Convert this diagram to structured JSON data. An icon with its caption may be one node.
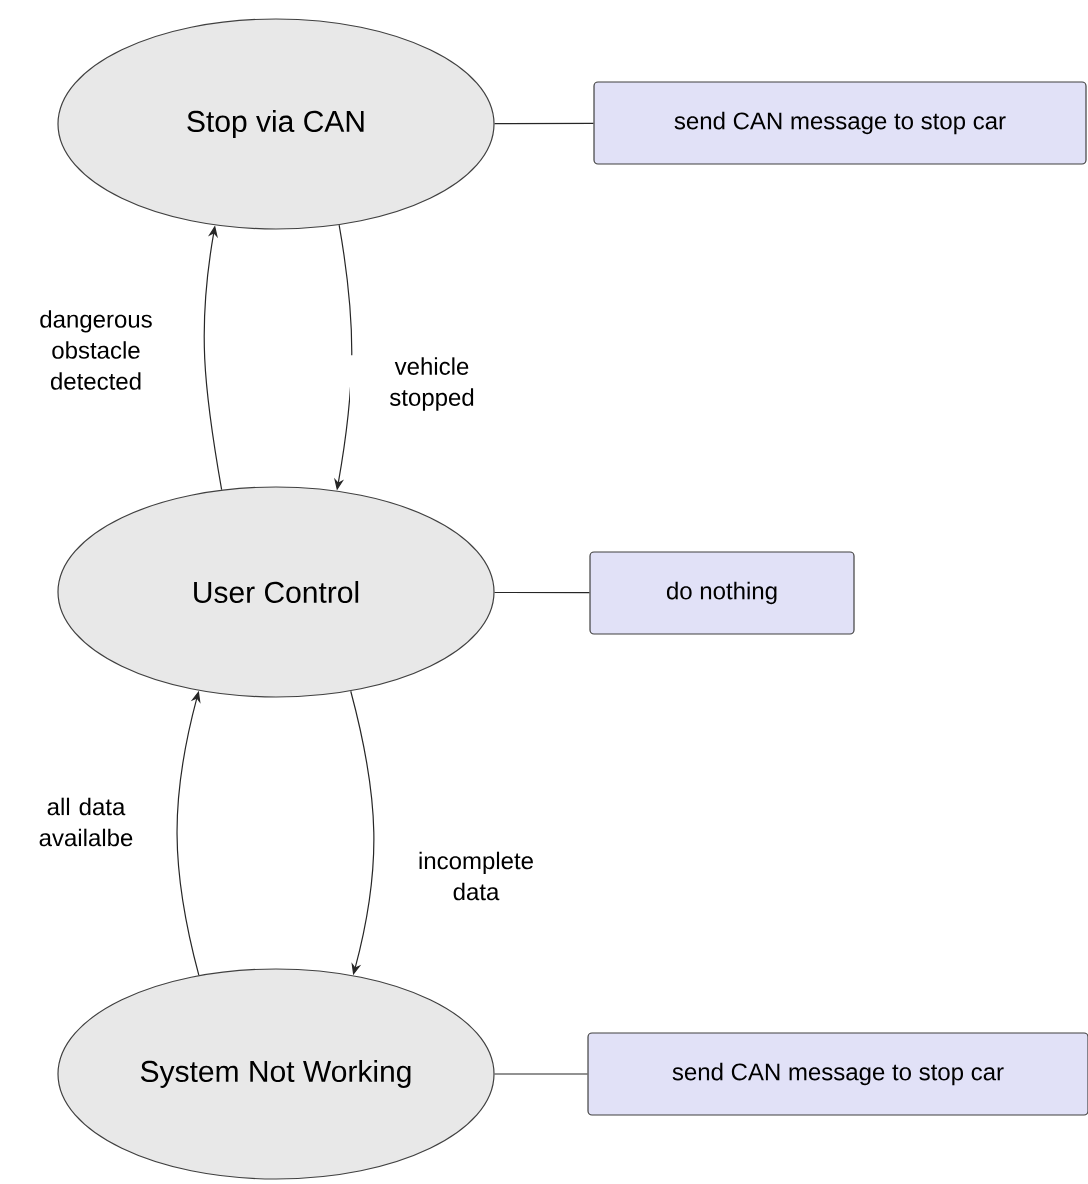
{
  "diagram": {
    "nodes": [
      {
        "text": [
          "Stop via CAN"
        ]
      },
      {
        "text": [
          "send CAN message to stop car"
        ]
      },
      {
        "text": [
          "User Control"
        ]
      },
      {
        "text": [
          "do nothing"
        ]
      },
      {
        "text": [
          "System Not Working"
        ]
      },
      {
        "text": [
          "send CAN message to stop car"
        ]
      }
    ],
    "edges": [
      {
        "from": 2,
        "to": 0,
        "arrow": "to",
        "label": "dangerous obstacle detected"
      },
      {
        "from": 0,
        "to": 2,
        "arrow": "to",
        "label": "vehicle stopped"
      },
      {
        "from": 4,
        "to": 2,
        "arrow": "to",
        "label": "all data availalbe"
      },
      {
        "from": 2,
        "to": 4,
        "arrow": "to",
        "label": "incomplete data"
      },
      {
        "from": 0,
        "to": 1,
        "arrow": "none"
      },
      {
        "from": 2,
        "to": 3,
        "arrow": "none"
      },
      {
        "from": 4,
        "to": 5,
        "arrow": "none"
      }
    ]
  }
}
